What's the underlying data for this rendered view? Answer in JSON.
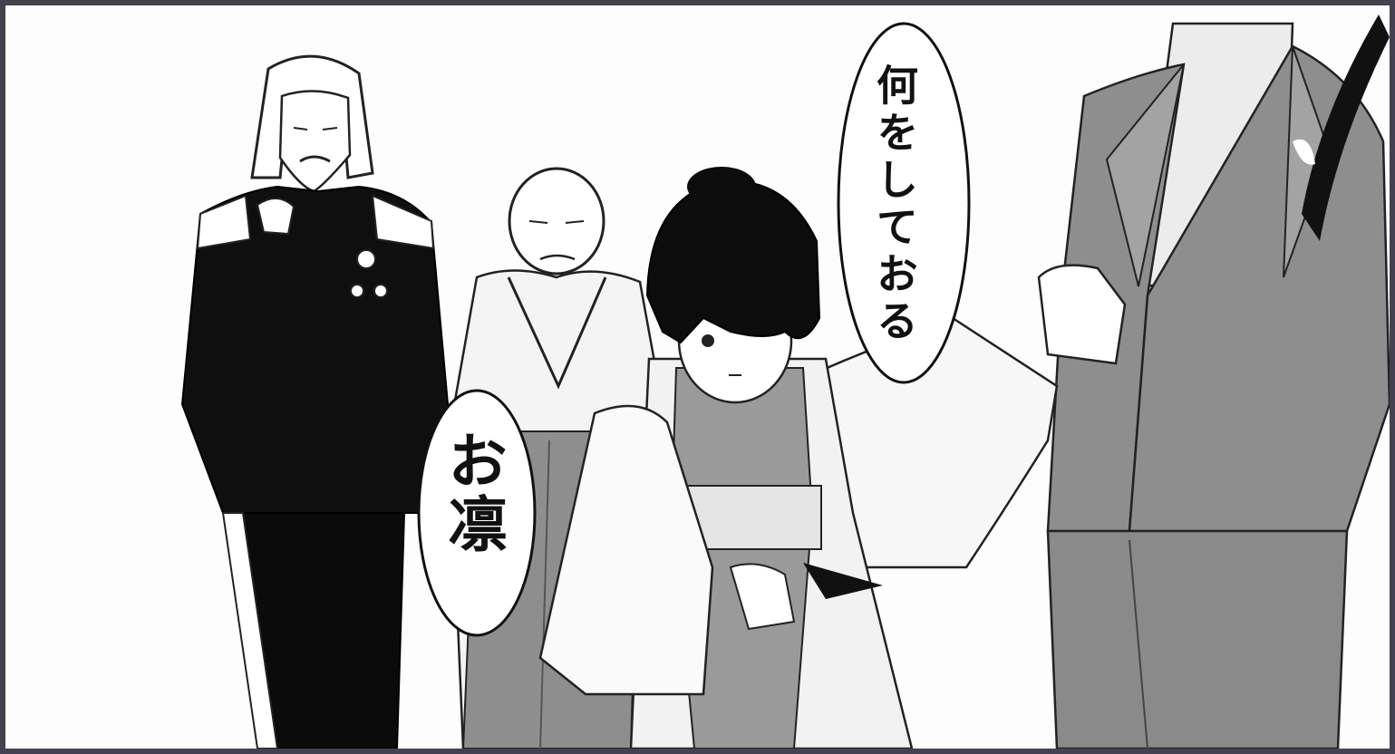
{
  "panel": {
    "speech_bubbles": [
      {
        "id": "top-right",
        "text": "何をしておる"
      },
      {
        "id": "left",
        "text": "お凛"
      }
    ]
  },
  "colors": {
    "frame": "#45424f",
    "ink": "#111111",
    "gray_tone": "#8e8e8e",
    "light_tone": "#c9c9c9",
    "paper": "#fdfdfd"
  }
}
